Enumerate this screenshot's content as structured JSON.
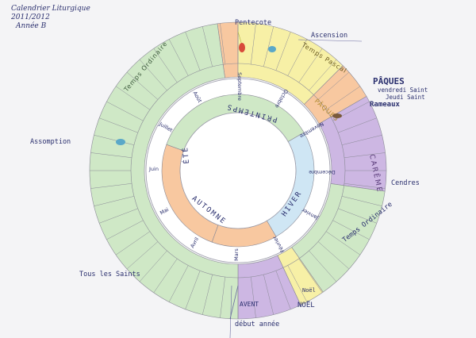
{
  "header": {
    "title": "Calendrier Liturgique",
    "year": "2011/2012",
    "cycle": "Année B"
  },
  "labels": {
    "pentecote": "Pentecote",
    "ascension": "Ascension",
    "paques": "PÂQUES",
    "vendredi_saint": "vendredi Saint",
    "jeudi_saint": "Jeudi Saint",
    "rameaux": "Rameaux",
    "cendres": "Cendres",
    "temps_ordinaire_right": "Temps Ordinaire",
    "assomption": "Assomption",
    "tous_les_saints": "Tous les Saints",
    "avent": "AVENT",
    "noel_bottom": "NOËL",
    "noel_small": "Noël",
    "debut_annee": "début année",
    "careme": "CARÊME",
    "paques_ring": "PÂQUES",
    "temps_pascal": "Temps Pascal",
    "temps_ordinaire_ring": "Temps Ordinaire"
  },
  "seasons_inner": {
    "printemps": "PRINTEMPS",
    "ete": "ÉTÉ",
    "automne": "AUTOMNE",
    "hiver": "HIVER"
  },
  "months": [
    "Janvier",
    "Février",
    "Mars",
    "Avril",
    "Mai",
    "Juin",
    "Juillet",
    "Août",
    "Septembre",
    "Octobre",
    "Novembre",
    "Décembre"
  ],
  "colors": {
    "green": "#cfe8c6",
    "yellow": "#f7f0a6",
    "purple": "#cdb7e3",
    "orange": "#f8c8a0",
    "blue": "#cfe6f4",
    "text": "#2a2f6e"
  }
}
